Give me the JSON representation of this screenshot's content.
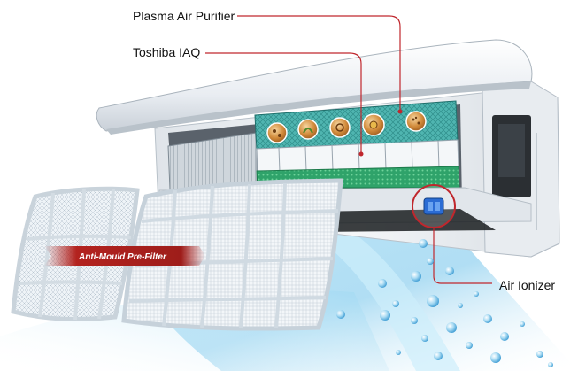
{
  "callouts": {
    "plasma_air_purifier": "Plasma Air Purifier",
    "toshiba_iaq": "Toshiba IAQ",
    "air_ionizer": "Air Ionizer"
  },
  "filter_banner": "Anti-Mould Pre-Filter",
  "colors": {
    "callout_line": "#c0272d",
    "banner": "#b3231f",
    "unit_body": "#eef1f4",
    "purifier_filter": "#4fb5b0",
    "green_filter": "#2fa36a",
    "airflow": "#a8dcf3",
    "ionizer": "#2b6cd4"
  },
  "icons": [
    "bacteria-disc-icon",
    "mould-disc-icon",
    "virus-disc-icon",
    "pollen-disc-icon",
    "dust-disc-icon"
  ]
}
